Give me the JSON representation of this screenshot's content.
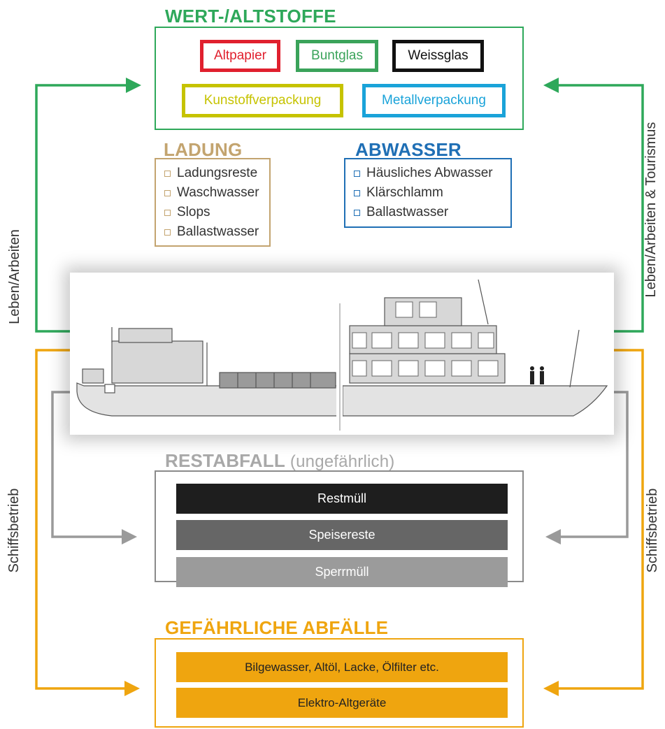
{
  "colors": {
    "green": "#2ea85a",
    "orange": "#efa50f",
    "gray": "#999999",
    "ladung": "#c3a46f",
    "abwasser": "#1f6fb5",
    "restmuell": "#1e1e1e",
    "speisereste": "#666666",
    "sperrmuell": "#9b9b9b"
  },
  "wertstoffe": {
    "title": "WERT-/ALTSTOFFE",
    "items": [
      {
        "label": "Altpapier",
        "color": "#e0202e"
      },
      {
        "label": "Buntglas",
        "color": "#3aa35a"
      },
      {
        "label": "Weissglas",
        "color": "#111111"
      },
      {
        "label": "Kunstoffverpackung",
        "color": "#c6c300"
      },
      {
        "label": "Metallverpackung",
        "color": "#1aa3d9"
      }
    ]
  },
  "ladung": {
    "title": "LADUNG",
    "items": [
      "Ladungsreste",
      "Waschwasser",
      "Slops",
      "Ballastwasser"
    ]
  },
  "abwasser": {
    "title": "ABWASSER",
    "items": [
      "Häusliches Abwasser",
      "Klärschlamm",
      "Ballastwasser"
    ]
  },
  "restabfall": {
    "title": "RESTABFALL",
    "subtitle": "(ungefährlich)",
    "items": [
      "Restmüll",
      "Speisereste",
      "Sperrmüll"
    ]
  },
  "gefaehrlich": {
    "title": "GEFÄHRLICHE ABFÄLLE",
    "items": [
      "Bilgewasser,  Altöl, Lacke, Ölfilter etc.",
      "Elektro-Altgeräte"
    ]
  },
  "side_labels": {
    "left_top": "Leben/Arbeiten",
    "left_bottom": "Schiffsbetrieb",
    "right_top": "Leben/Arbeiten & Tourismus",
    "right_bottom": "Schiffsbetrieb"
  }
}
